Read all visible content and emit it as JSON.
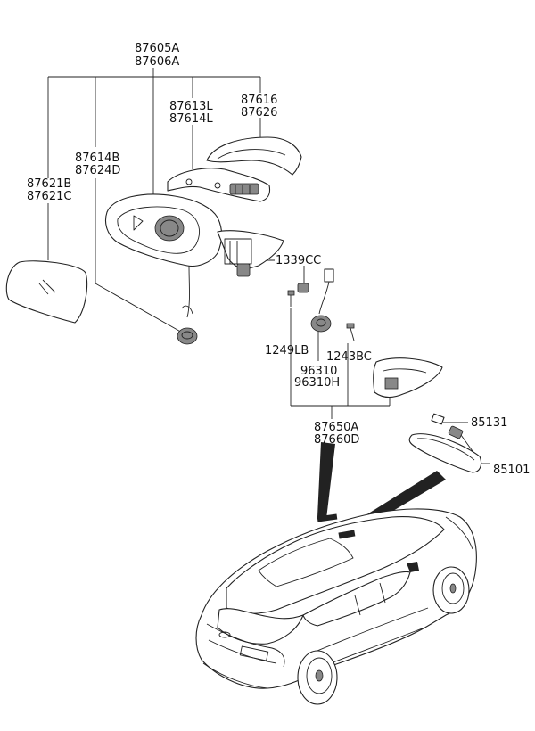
{
  "labels": {
    "l87605A": "87605A",
    "l87606A": "87606A",
    "l87616": "87616",
    "l87626": "87626",
    "l87613L": "87613L",
    "l87614L": "87614L",
    "l87614B": "87614B",
    "l87624D": "87624D",
    "l87621B": "87621B",
    "l87621C": "87621C",
    "l1339CC": "1339CC",
    "l1249LB": "1249LB",
    "l1243BC": "1243BC",
    "l96310": "96310",
    "l96310H": "96310H",
    "l87650A": "87650A",
    "l87660D": "87660D",
    "l85131": "85131",
    "l85101": "85101"
  }
}
